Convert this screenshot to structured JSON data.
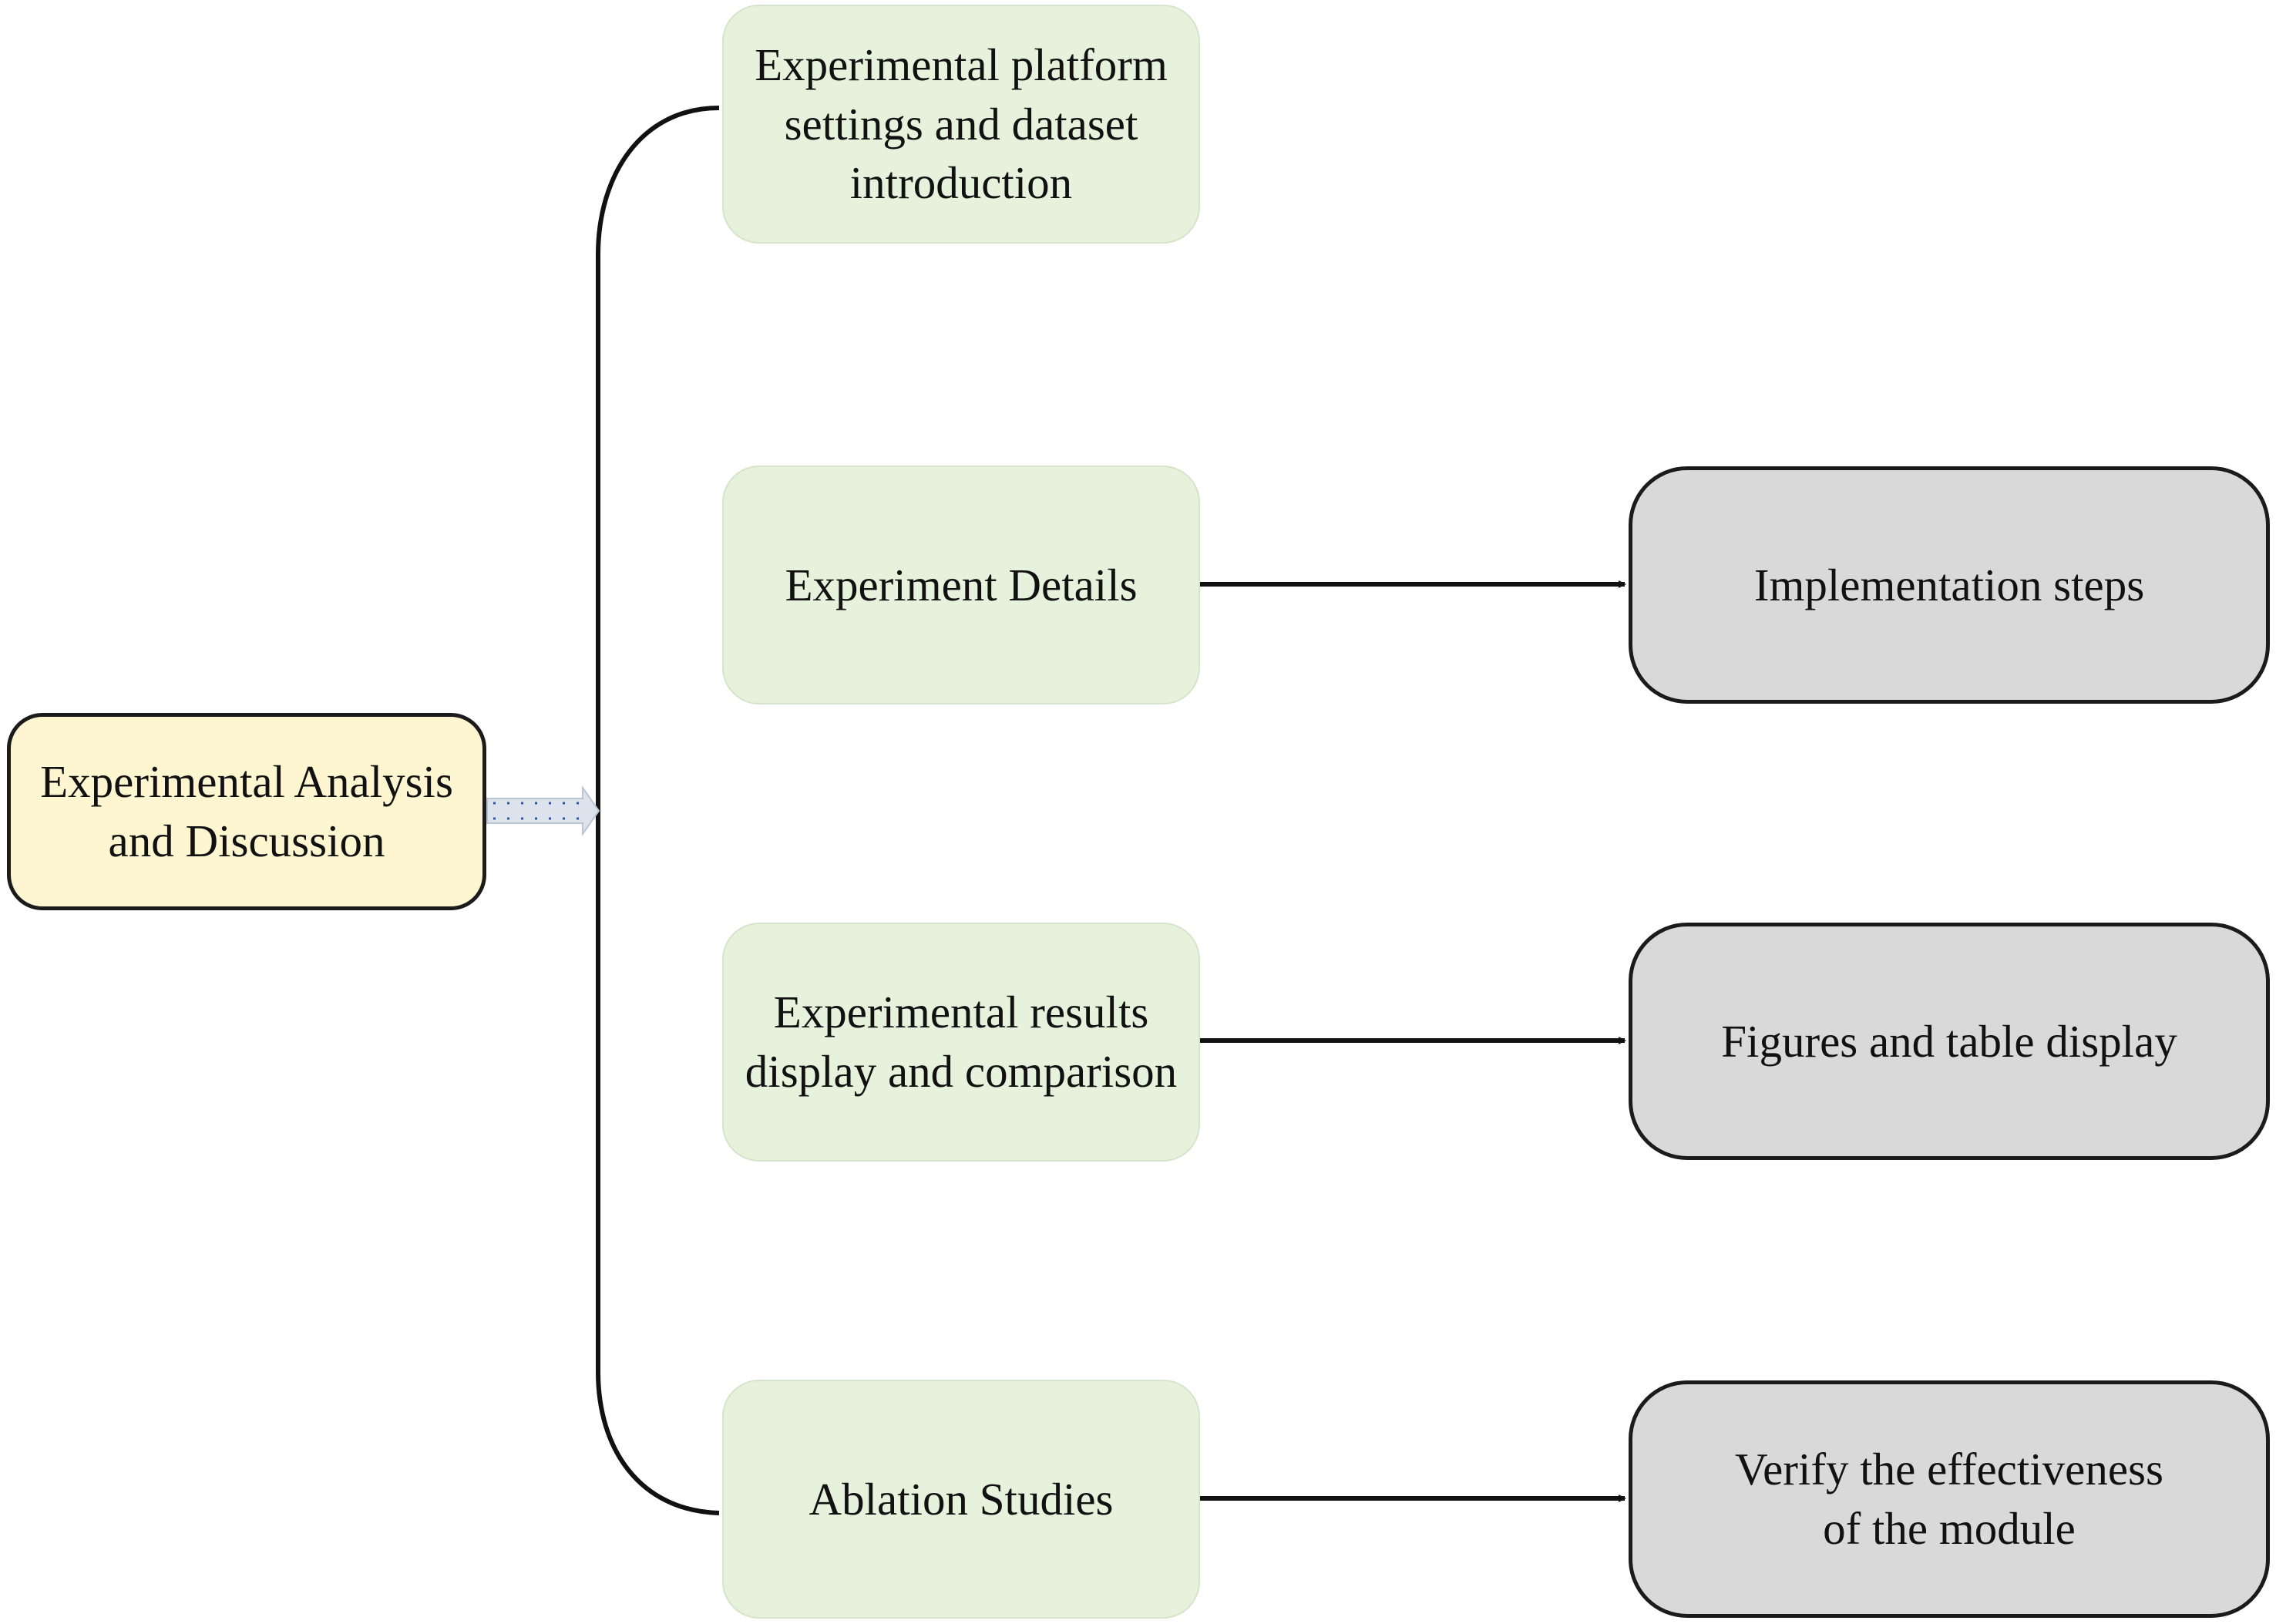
{
  "colors": {
    "root_fill": "#fdf6d0",
    "branch_fill": "#e7f2dc",
    "branch_border": "#d6e4cc",
    "leaf_fill": "#d9d9d9",
    "stroke": "#111111",
    "dotted_arrow_fill": "#dde3ec",
    "dotted_arrow_dots": "#3a55a0"
  },
  "root": {
    "label": "Experimental Analysis\nand Discussion"
  },
  "branches": [
    {
      "label": "Experimental platform\nsettings and dataset\nintroduction"
    },
    {
      "label": "Experiment Details"
    },
    {
      "label": "Experimental results\ndisplay and comparison"
    },
    {
      "label": "Ablation Studies"
    }
  ],
  "leaves": [
    {
      "label": "Implementation steps"
    },
    {
      "label": "Figures and table display"
    },
    {
      "label": "Verify the effectiveness\nof the module"
    }
  ]
}
